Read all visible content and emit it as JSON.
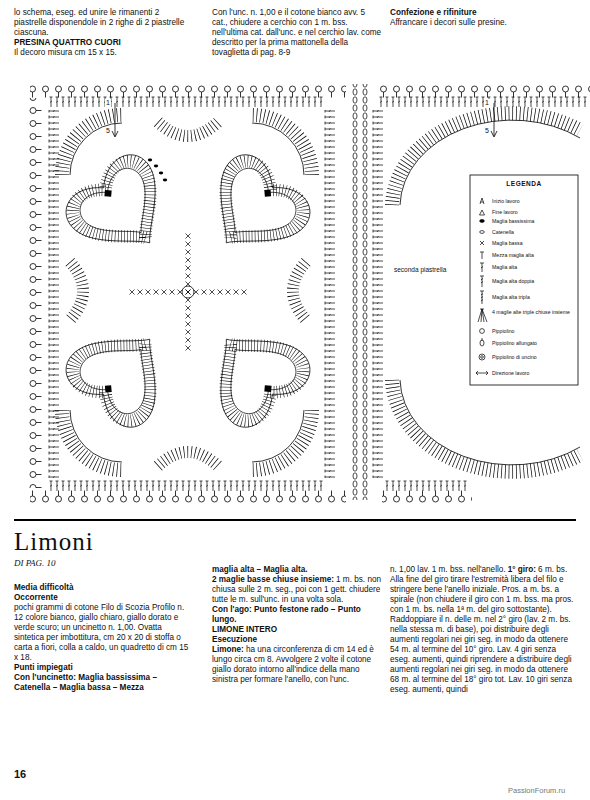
{
  "diagram": {
    "title": "Limoni",
    "labels": [
      "lo schema, eseg. ed unire le rimanenti 2 piastrelle disponendole in 2 righe di 2 piastrelle ciascuna.",
      "PRESINA QUATTRO CUORI",
      "Il decoro misura cm 15 x 15.",
      "Con l'unc. n. 1,00 e il cotone bianco avv. 5 cat., chiudere a cerchio con 1 m. bss. nell'ultima cat. dall'unc. e nel cerchio lav. come descritto per la prima mattonella della tovaglietta di pag. 8-9",
      "Confezione e rifiniture",
      "Affrancare i decori sulle presine.",
      "1",
      "5",
      "1",
      "5",
      "LEGENDA",
      "seconda piastrella",
      "DI PAG. 10",
      "Media difficoltà",
      "Occorrente",
      "pochi grammi di cotone Filo di Scozia Profilo n. 12 colore bianco, giallo chiaro, giallo dorato e verde scuro; un uncinetto n. 1,00. Ovatta sintetica per imbottitura, cm 20 x 20 di stoffa o carta a fiori, colla a caldo, un quadretto di cm 15 x 18.",
      "Punti impiegati",
      "Con l'uncinetto: Maglia bassissima – Catenella – Maglia bassa – Mezza",
      "maglia alta – Maglia alta.",
      "2 maglie basse chiuse insieme:",
      "1 m. bs. non chiusa sulle 2 m. seg., poi con 1 gett. chiudere tutte le m. sull'unc. in una volta sola.",
      "Con l'ago: Punto festone rado – Punto lungo.",
      "LIMONE INTERO",
      "Esecuzione",
      "Limone:",
      "ha una circonferenza di cm 14 ed è lungo circa cm 8. Avvolgere 2 volte il cotone giallo dorato intorno all'indice della mano sinistra per formare l'anello, con l'unc.",
      "n. 1,00 lav. 1 m. bss. nell'anello.",
      "1° giro:",
      "6 m. bs. Alla fine del giro tirare l'estremità libera del filo e stringere bene l'anello iniziale. Pros. a m. bs. a spirale (non chiudere il giro con 1 m. bss. ma pros. con 1 m. bs. nella 1ª m. del giro sottostante). Raddoppiare il n. delle m. nel 2° giro (lav. 2 m. bs. nella stessa m. di base), poi distribuire degli aumenti regolari nei giri seg. in modo da ottenere 54 m. al termine del 10° giro. Lav. 4 giri senza eseg. aumenti, quindi riprendere a distribuire degli aumenti regolari nei giri seg. in modo da ottenere 68 m. al termine del 18° giro tot. Lav. 10 giri senza eseg. aumenti, quindi",
      "16",
      "PassionForum.ru"
    ],
    "legend": [
      {
        "text": "Inizio lavoro"
      },
      {
        "text": "Fine lavoro"
      },
      {
        "text": "Maglia bassissima"
      },
      {
        "text": "Catenella"
      },
      {
        "text": "Maglia bassa"
      },
      {
        "text": "Mezza maglia alta"
      },
      {
        "text": "Maglia alta"
      },
      {
        "text": "Maglia alta doppia"
      },
      {
        "text": "Maglia alta tripla"
      },
      {
        "text": "4 maglie alte triple chiuse insieme"
      },
      {
        "text": "Pippiolino"
      },
      {
        "text": "Pippiolino allungato"
      },
      {
        "text": "Pippiolino di uncino"
      },
      {
        "text": "Direzione lavoro"
      }
    ]
  }
}
